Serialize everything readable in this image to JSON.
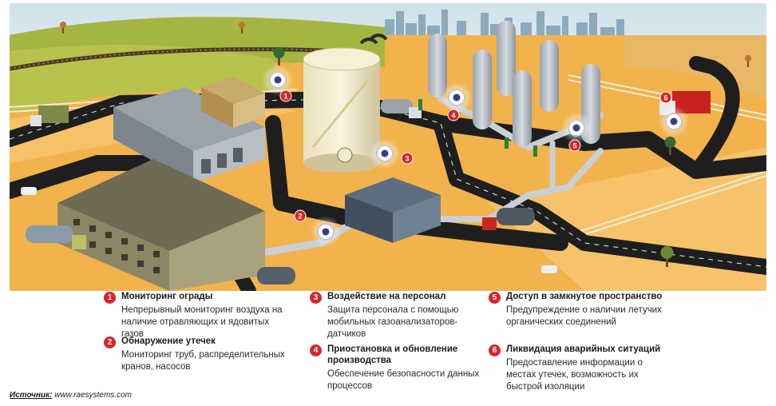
{
  "sensors": [
    {
      "num": "1",
      "title": "Мониторинг ограды",
      "desc": "Непрерывный мониторинг воздуха на наличие отравляющих и ядовитых газов"
    },
    {
      "num": "2",
      "title": "Обнаружение утечек",
      "desc": "Мониторинг труб, распределительных кранов, насосов"
    },
    {
      "num": "3",
      "title": "Воздействие на персонал",
      "desc": "Защита персонала с помощью мобильных газоанализаторов-датчиков"
    },
    {
      "num": "4",
      "title": "Приостановка и обновление производства",
      "desc": "Обеспечение безопасности данных процессов"
    },
    {
      "num": "5",
      "title": "Доступ в замкнутое пространство",
      "desc": "Предупреждение о наличии летучих органических соединений"
    },
    {
      "num": "6",
      "title": "Ликвидация аварийных ситуаций",
      "desc": "Предоставление информации о местах утечек, возможность их быстрой изоляции"
    }
  ],
  "source": {
    "label": "Источник:",
    "value": "www.raesystems.com"
  },
  "colors": {
    "accent": "#d6262c",
    "ground": "#f2b24c",
    "road": "#1e1e1e",
    "grass": "#9fb23c",
    "sky": "#d9e8ef"
  }
}
